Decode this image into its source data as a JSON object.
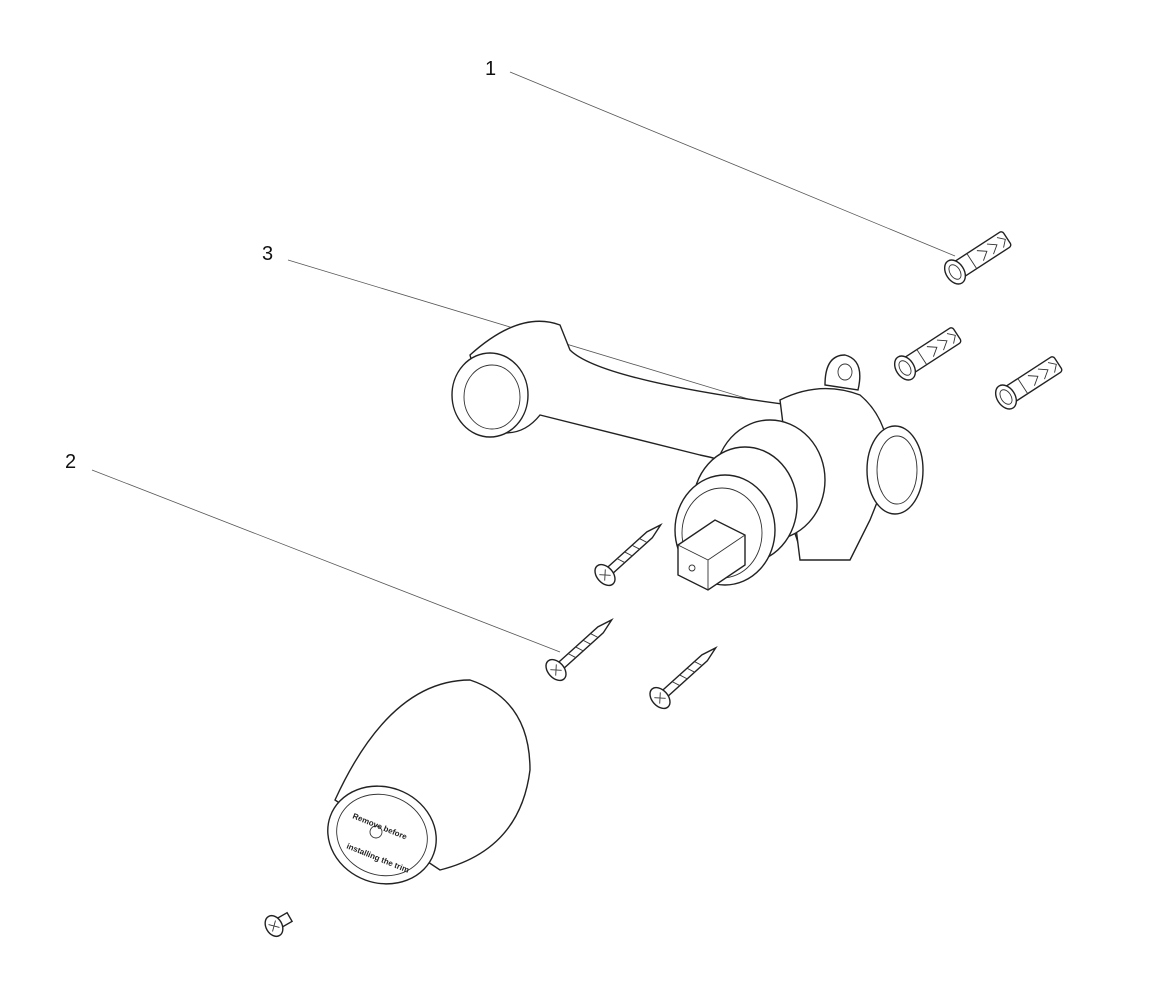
{
  "callouts": [
    {
      "number": "1",
      "part": "wall-plug"
    },
    {
      "number": "2",
      "part": "screw"
    },
    {
      "number": "3",
      "part": "valve-body"
    }
  ],
  "cap_text": {
    "line1": "Remove before",
    "line2": "installing the trim"
  },
  "colors": {
    "line": "#222222",
    "background": "#ffffff"
  }
}
